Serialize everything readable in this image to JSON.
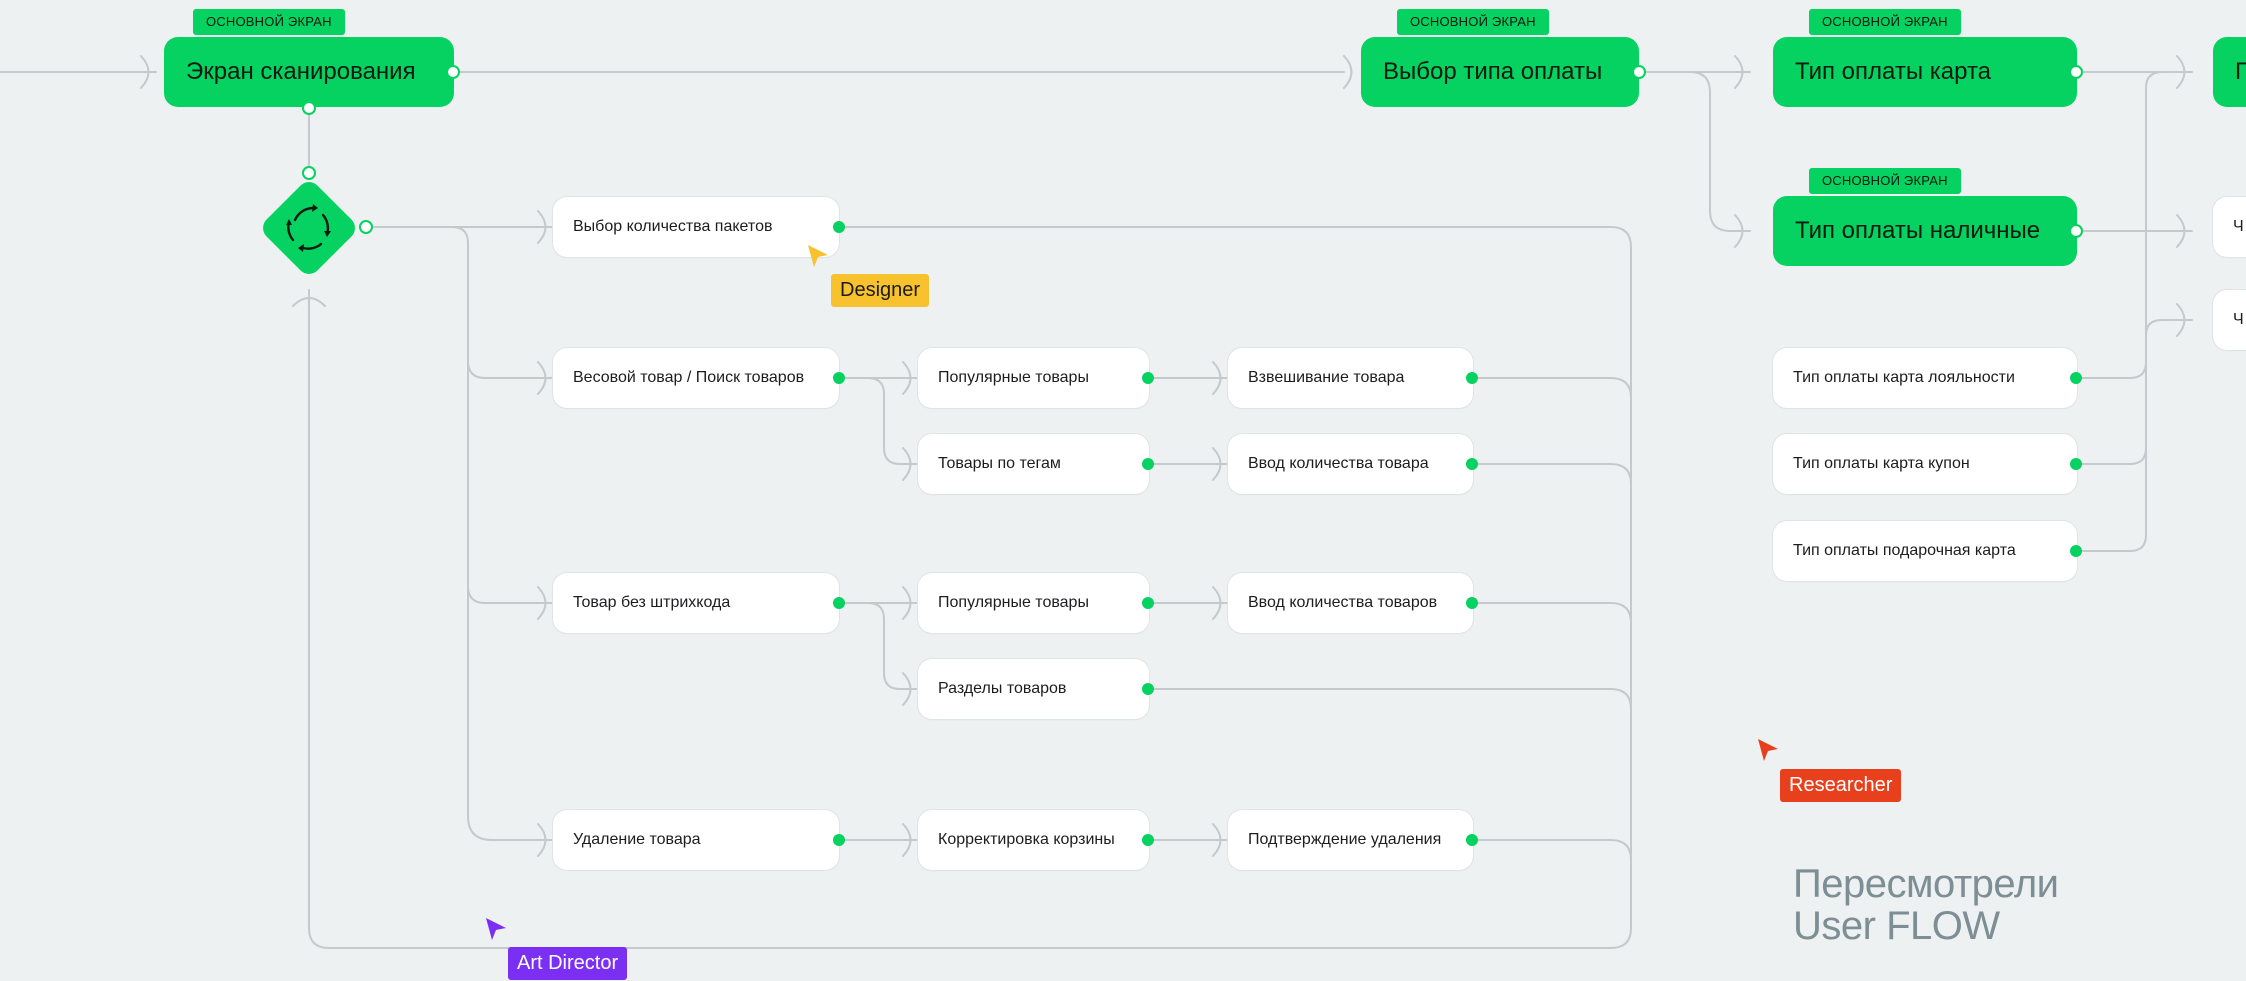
{
  "badge_label": "ОСНОВНОЙ ЭКРАН",
  "main_screens": {
    "scan": "Экран сканирования",
    "payment_choice": "Выбор типа оплаты",
    "card": "Тип оплаты карта",
    "cash": "Тип оплаты наличные",
    "partial_top": "П"
  },
  "scan_branches": {
    "packages": "Выбор количества пакетов",
    "weighted": "Весовой товар / Поиск товаров",
    "popular_1": "Популярные товары",
    "weighing": "Взвешивание товара",
    "tags": "Товары по тегам",
    "qty_entry": "Ввод количества товара",
    "no_barcode": "Товар без штрихкода",
    "popular_2": "Популярные товары",
    "qty_entry_plural": "Ввод количества товаров",
    "sections": "Разделы товаров",
    "delete": "Удаление товара",
    "cart_adjust": "Корректировка корзины",
    "delete_confirm": "Подтверждение удаления"
  },
  "payment_branches": {
    "loyalty": "Тип оплаты карта лояльности",
    "coupon": "Тип оплаты карта купон",
    "gift": "Тип оплаты подарочная карта",
    "partial_1": "Ч",
    "partial_2": "Ч"
  },
  "collaborators": [
    {
      "name": "Designer",
      "color": "#f7c22d",
      "text_color": "#1b1b1b"
    },
    {
      "name": "Researcher",
      "color": "#e8401c",
      "text_color": "#ffffff"
    },
    {
      "name": "Art Director",
      "color": "#7b2ff2",
      "text_color": "#ffffff"
    }
  ],
  "note": {
    "line1": "Пересмотрели",
    "line2": "User FLOW"
  },
  "colors": {
    "background": "#eef1f2",
    "accent_green": "#05d260",
    "connector": "#c3c9cc"
  },
  "icons": {
    "loop_node": "refresh-cycle-icon"
  }
}
